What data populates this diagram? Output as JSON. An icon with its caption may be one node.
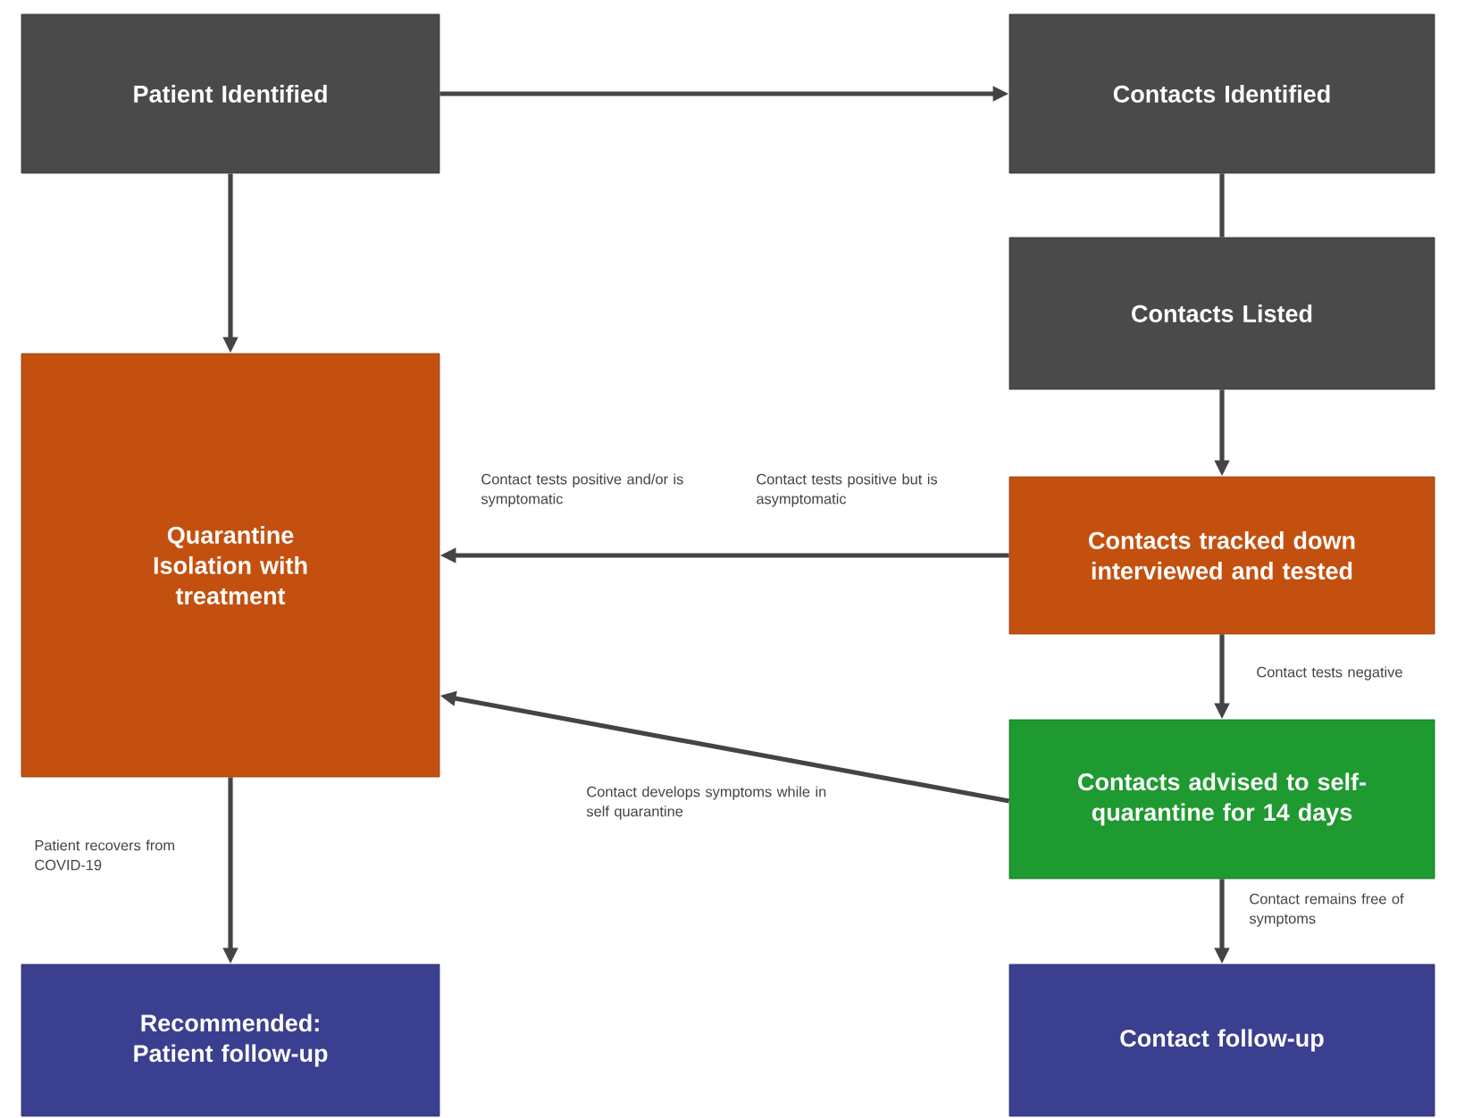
{
  "diagram": {
    "nodes": [
      {
        "text": [
          "Patient Identified"
        ]
      },
      {
        "text": [
          "Contacts Identified"
        ]
      },
      {
        "text": [
          "Quarantine Isolation with treatment"
        ]
      },
      {
        "text": [
          "Contacts Listed"
        ]
      },
      {
        "text": [
          "Contacts tracked down interviewed and tested"
        ]
      },
      {
        "text": [
          "Contacts advised to self-quarantine for 14 days"
        ]
      },
      {
        "text": [
          "Recommended: Patient follow-up"
        ]
      },
      {
        "text": [
          "Contact follow-up"
        ]
      }
    ],
    "edges": [
      {
        "from": 0,
        "to": 1,
        "arrow": "to"
      },
      {
        "from": 0,
        "to": 2,
        "arrow": "to"
      },
      {
        "from": 1,
        "to": 3,
        "arrow": "none"
      },
      {
        "from": 3,
        "to": 4,
        "arrow": "to"
      },
      {
        "from": 4,
        "to": 2,
        "arrow": "to",
        "label": "Contact tests positive and/or is symptomatic"
      },
      {
        "from": 4,
        "to": 5,
        "arrow": "to",
        "label": "Contact tests negative"
      },
      {
        "from": 5,
        "to": 2,
        "arrow": "to",
        "label": "Contact develops symptoms while in self quarantine"
      },
      {
        "from": 2,
        "to": 6,
        "arrow": "to",
        "label": "Patient recovers from COVID-19"
      },
      {
        "from": 5,
        "to": 7,
        "arrow": "to",
        "label": "Contact remains free of symptoms"
      }
    ],
    "labels": [
      "Contact tests positive but is asymptomatic"
    ]
  }
}
